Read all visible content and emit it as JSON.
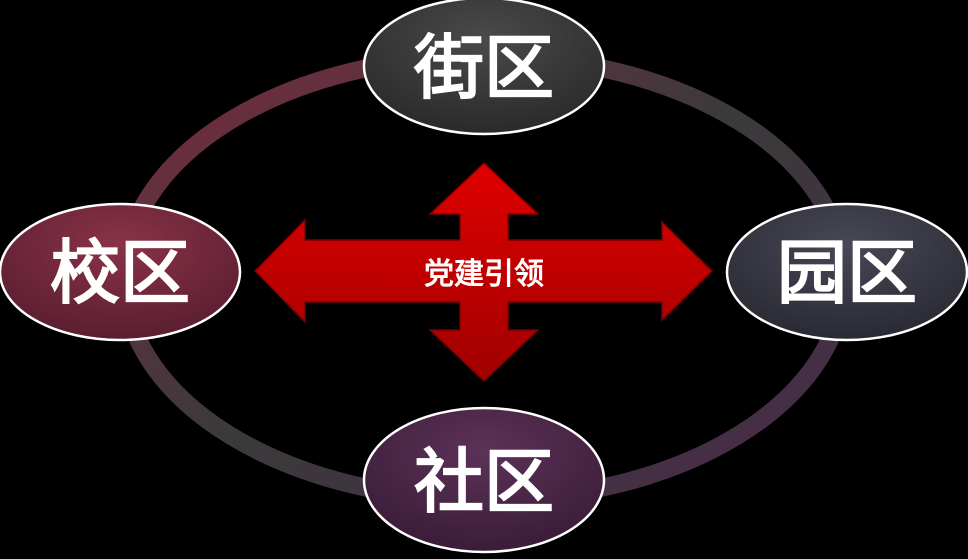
{
  "center": {
    "label": "党建引领",
    "color": "#c00000"
  },
  "nodes": {
    "top": {
      "label": "街区",
      "color": "#3a3a3a"
    },
    "left": {
      "label": "校区",
      "color": "#7a2a3c"
    },
    "right": {
      "label": "园区",
      "color": "#3a3a46"
    },
    "bottom": {
      "label": "社区",
      "color": "#4a2848"
    }
  },
  "ring_colors": [
    "#7a2a40",
    "#3a3a3a",
    "#4a2a4a"
  ],
  "background": "#000000"
}
